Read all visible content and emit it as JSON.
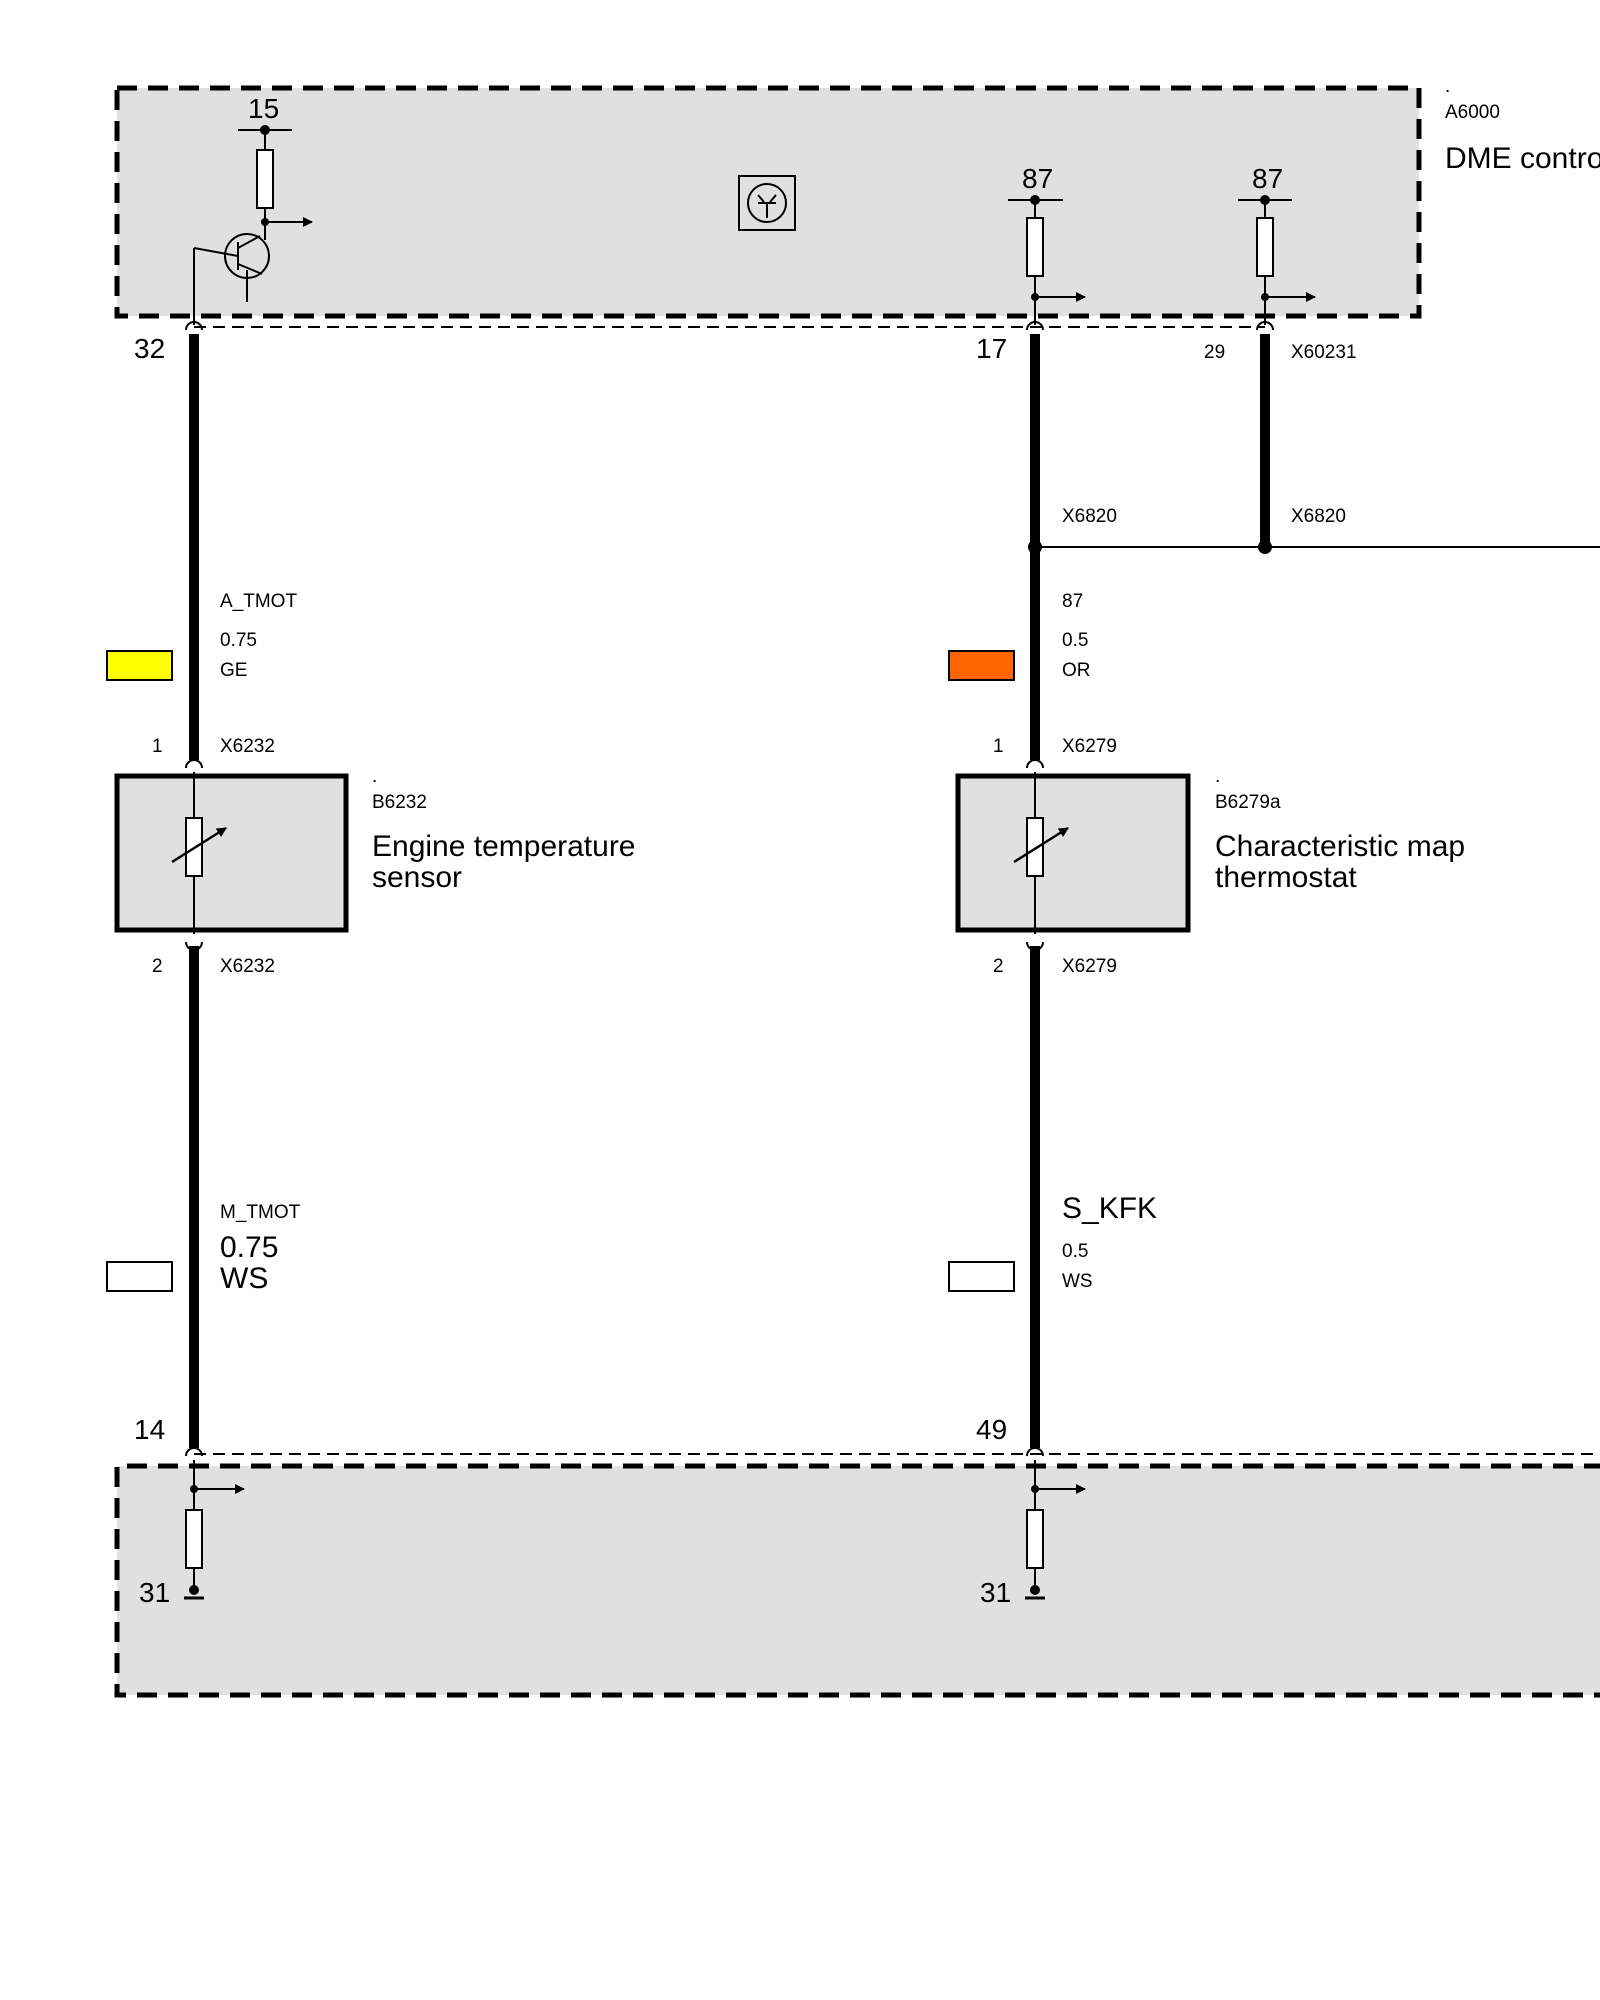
{
  "control_unit": {
    "dot": ".",
    "id": "A6000",
    "name": "DME contro",
    "supply_top_left": "15",
    "supply_top_mid": "87",
    "supply_top_right": "87",
    "pin_left": "32",
    "pin_mid": "17",
    "pin_right": "29",
    "connector_right": "X60231",
    "pin_bottom_left": "14",
    "pin_bottom_mid": "49",
    "ground_left": "31",
    "ground_mid": "31"
  },
  "splice": {
    "mid_label": "X6820",
    "right_label": "X6820"
  },
  "wires": {
    "a_tmot": {
      "signal": "A_TMOT",
      "gauge": "0.75",
      "color_code": "GE",
      "swatch": "#ffff00"
    },
    "kl87": {
      "signal": "87",
      "gauge": "0.5",
      "color_code": "OR",
      "swatch": "#ff6600"
    },
    "m_tmot": {
      "signal": "M_TMOT",
      "gauge": "0.75",
      "color_code": "WS",
      "swatch": "#ffffff"
    },
    "s_kfk": {
      "signal": "S_KFK",
      "gauge": "0.5",
      "color_code": "WS",
      "swatch": "#ffffff"
    }
  },
  "sensor": {
    "dot": ".",
    "id": "B6232",
    "name_line1": "Engine temperature",
    "name_line2": "sensor",
    "pin_top": "1",
    "pin_bottom": "2",
    "connector_top": "X6232",
    "connector_bottom": "X6232"
  },
  "thermostat": {
    "dot": ".",
    "id": "B6279a",
    "name_line1": "Characteristic map",
    "name_line2": "thermostat",
    "pin_top": "1",
    "pin_bottom": "2",
    "connector_top": "X6279",
    "connector_bottom": "X6279"
  }
}
